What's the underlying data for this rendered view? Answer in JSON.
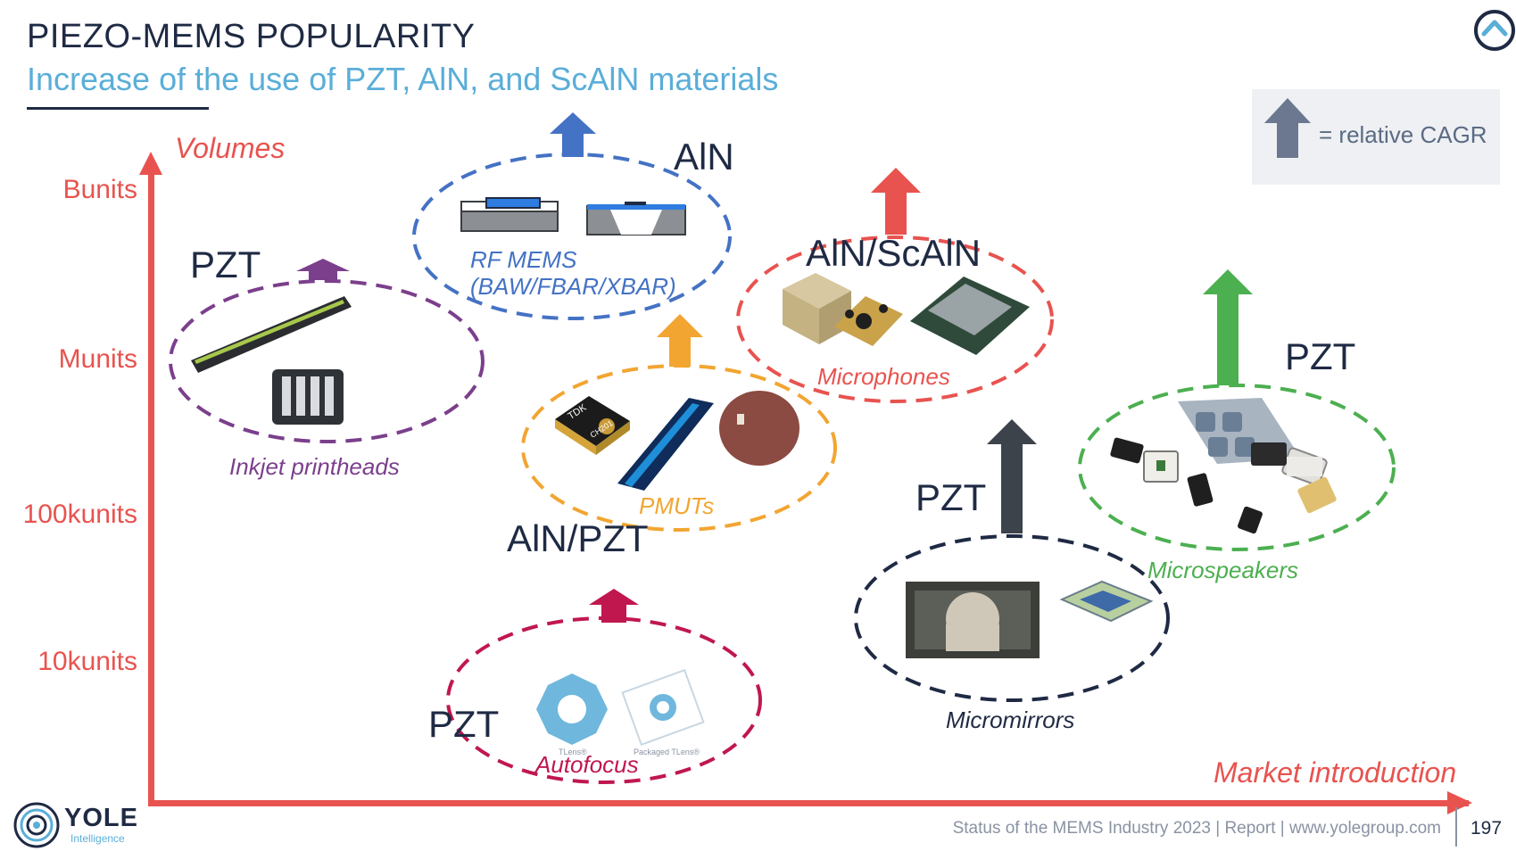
{
  "header": {
    "title": "PIEZO-MEMS POPULARITY",
    "subtitle": "Increase of the use of PZT, AlN, and ScAlN materials"
  },
  "legend": {
    "text": "= relative CAGR",
    "arrow_color": "#6b7890"
  },
  "axes": {
    "y_title": "Volumes",
    "x_title": "Market introduction",
    "y_levels": [
      "Bunits",
      "Munits",
      "100kunits",
      "10kunits"
    ],
    "color": "#e8534f"
  },
  "segments": [
    {
      "id": "inkjet",
      "category": "Inkjet printheads",
      "material": "PZT",
      "color": "#7b3f8c"
    },
    {
      "id": "rf-mems",
      "category": "RF MEMS\n(BAW/FBAR/XBAR)",
      "category_lines": [
        "RF MEMS",
        "(BAW/FBAR/XBAR)"
      ],
      "material": "AlN",
      "color": "#4472c4"
    },
    {
      "id": "pmuts",
      "category": "PMUTs",
      "material": "AlN/PZT",
      "color": "#f2a531"
    },
    {
      "id": "microphones",
      "category": "Microphones",
      "material": "AlN/ScAlN",
      "color": "#e8534f"
    },
    {
      "id": "autofocus",
      "category": "Autofocus",
      "material": "PZT",
      "color": "#c0174f"
    },
    {
      "id": "micromirrors",
      "category": "Micromirrors",
      "material": "PZT",
      "color": "#1f2a44"
    },
    {
      "id": "microspeakers",
      "category": "Microspeakers",
      "material": "PZT",
      "color": "#4caf50"
    }
  ],
  "arrow_colors": {
    "rf-mems": "#4472c4",
    "inkjet": "#7b3f8c",
    "pmuts": "#f2a531",
    "microphones": "#e8534f",
    "micromirrors": "#3d434b",
    "microspeakers": "#4caf50",
    "autofocus": "#c0174f"
  },
  "product_labels": {
    "tdk_chip": "TDK",
    "tdk_chip_model": "CH201",
    "tlens": "TLens®",
    "tlens_packaged": "Packaged TLens®"
  },
  "footer": {
    "brand": "YOLE",
    "brand_sub": "Intelligence",
    "text": "Status of the MEMS Industry 2023 | Report | www.yolegroup.com",
    "page": "197"
  }
}
